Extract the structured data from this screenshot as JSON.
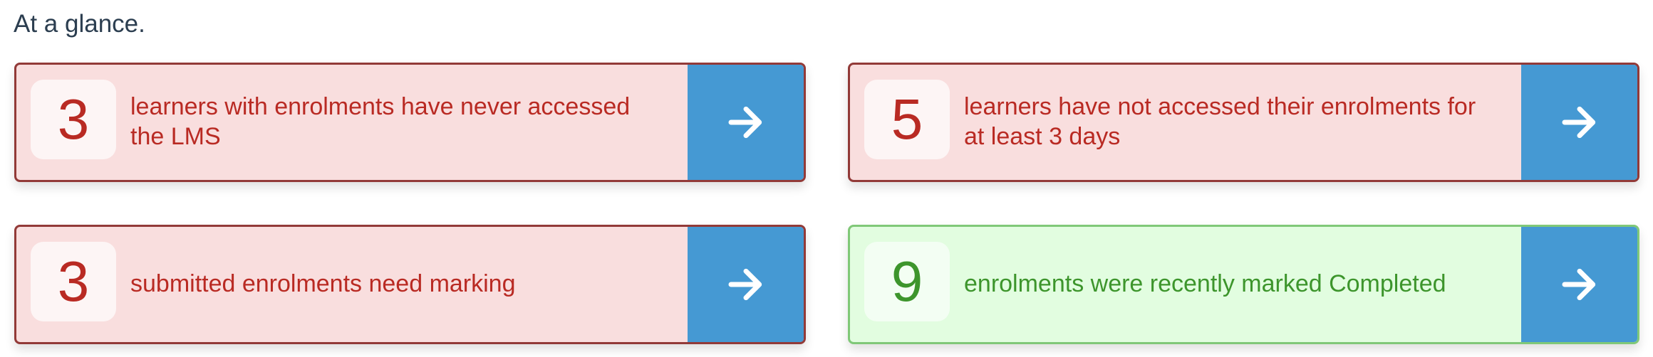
{
  "header": {
    "title": "At a glance."
  },
  "colors": {
    "alert_bg": "#f9dede",
    "alert_border": "#923a38",
    "alert_text": "#b92a23",
    "success_bg": "#e2fde0",
    "success_border": "#80c878",
    "success_text": "#3d952c",
    "button_bg": "#4599d3",
    "heading_text": "#2c3e50"
  },
  "cards": [
    {
      "count": "3",
      "message": "learners with enrolments have never accessed the LMS",
      "status": "alert",
      "button_icon": "arrow-right-icon"
    },
    {
      "count": "5",
      "message": "learners have not accessed their enrolments for at least 3 days",
      "status": "alert",
      "button_icon": "arrow-right-icon"
    },
    {
      "count": "3",
      "message": "submitted enrolments need marking",
      "status": "alert",
      "button_icon": "arrow-right-icon"
    },
    {
      "count": "9",
      "message": "enrolments were recently marked Completed",
      "status": "success",
      "button_icon": "arrow-right-icon"
    }
  ]
}
